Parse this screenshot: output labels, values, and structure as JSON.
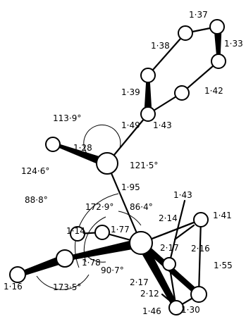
{
  "labels": {
    "l_137": "1·37",
    "l_133": "1·33",
    "l_138": "1·38",
    "l_139": "1·39",
    "l_142": "1·42",
    "l_149": "1·49",
    "l_143a": "1·43",
    "l_1139": "113·9°",
    "l_128": "1·28",
    "l_1246": "124·6°",
    "l_1215": "121·5°",
    "l_195": "1·95",
    "l_888": "88·8°",
    "l_1729": "172·9°",
    "l_864": "86·4°",
    "l_143b": "1·43",
    "l_114": "1·14",
    "l_177": "1·77",
    "l_214": "2·14",
    "l_141": "1·41",
    "l_217a": "2·17",
    "l_216": "2·16",
    "l_178": "1·78",
    "l_907": "90·7°",
    "l_155": "1·55",
    "l_116": "1·16",
    "l_1735": "173·5°",
    "l_217b": "2·17",
    "l_212": "2·12",
    "l_146": "1·46",
    "l_130": "1·30"
  }
}
